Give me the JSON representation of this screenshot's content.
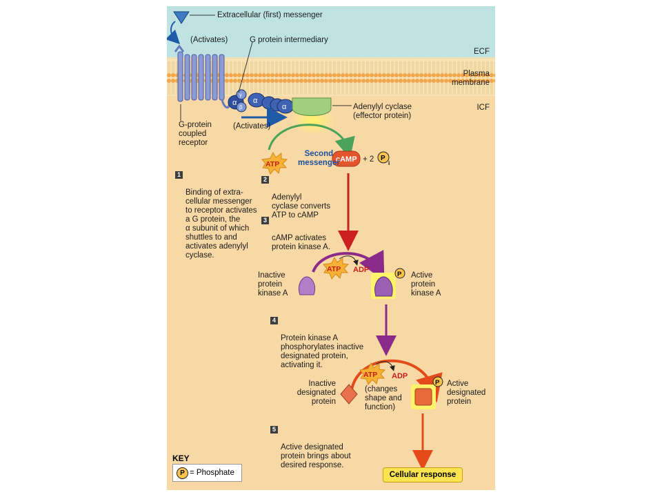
{
  "zones": {
    "ecf": "ECF",
    "plasma_membrane": "Plasma\nmembrane",
    "icf": "ICF"
  },
  "labels": {
    "first_messenger": "Extracellular (first) messenger",
    "activates_1": "(Activates)",
    "g_protein_intermediary": "G protein intermediary",
    "gpcr": "G-protein\ncoupled\nreceptor",
    "activates_2": "(Activates)",
    "adenylyl_cyclase": "Adenylyl cyclase\n(effector protein)",
    "second_messenger": "Second\nmessenger",
    "atp": "ATP",
    "camp": "cAMP",
    "plus_two": "+ 2",
    "p": "P",
    "i": "i",
    "adp": "ADP",
    "inactive_pka": "Inactive\nprotein\nkinase A",
    "active_pka": "Active\nprotein\nkinase A",
    "inactive_designated": "Inactive\ndesignated\nprotein",
    "active_designated": "Active\ndesignated\nprotein",
    "changes_shape": "(changes\nshape and\nfunction)",
    "alpha": "α",
    "gamma": "γ",
    "beta": "β"
  },
  "steps": [
    {
      "num": "1",
      "text": "Binding of extra-\ncellular messenger\nto receptor activates\na G protein, the\nα subunit of which\nshuttles to and\nactivates adenylyl\ncyclase."
    },
    {
      "num": "2",
      "text": "Adenylyl\ncyclase converts\nATP to cAMP"
    },
    {
      "num": "3",
      "text": "cAMP activates\nprotein kinase A."
    },
    {
      "num": "4",
      "text": "Protein kinase A\nphosphorylates inactive\ndesignated protein,\nactivating it."
    },
    {
      "num": "5",
      "text": "Active designated\nprotein brings about\ndesired response."
    }
  ],
  "key": {
    "title": "KEY",
    "p": "P",
    "text": "= Phosphate"
  },
  "cellular_response": "Cellular response",
  "colors": {
    "ecf_bg": "#bfe3e3",
    "icf_bg": "#f8d9a6",
    "membrane": "#f0a44a",
    "receptor": "#7f8fcf",
    "g_protein": "#3e5fb0",
    "adenylyl_cyclase": "#9acf7a",
    "atp_burst": "#f5a623",
    "camp": "#e3552d",
    "pka": "#9b5fb4",
    "designated": "#e8704a",
    "red_arrow": "#cc1f1f",
    "purple_arrow": "#8a2b8a",
    "orange_arrow": "#e34b1a",
    "blue_arrow": "#1f5aa8",
    "response": "#fbe44f"
  }
}
